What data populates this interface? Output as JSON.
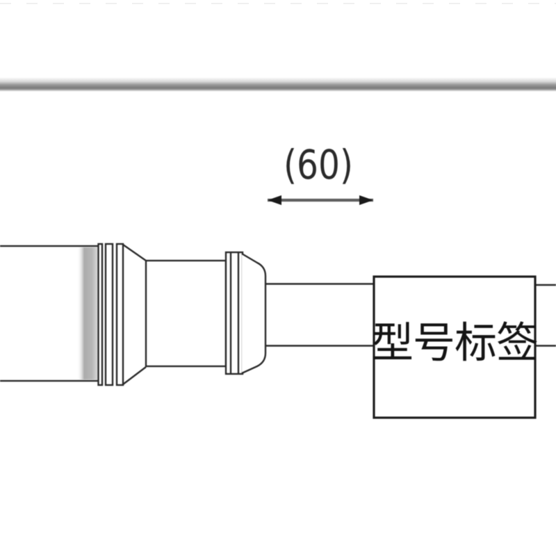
{
  "drawing": {
    "title_hint": "connector cable outline drawing",
    "dimension_label": "(60)",
    "label_box_text": "型号标签",
    "colors": {
      "background": "#ffffff",
      "outline": "#2a2a2a",
      "dimension_line": "#5f5f5f",
      "gray_rule": "#7d7d7d",
      "shading_band": "#ababab",
      "top_dashes": "#f0f0f0"
    }
  }
}
